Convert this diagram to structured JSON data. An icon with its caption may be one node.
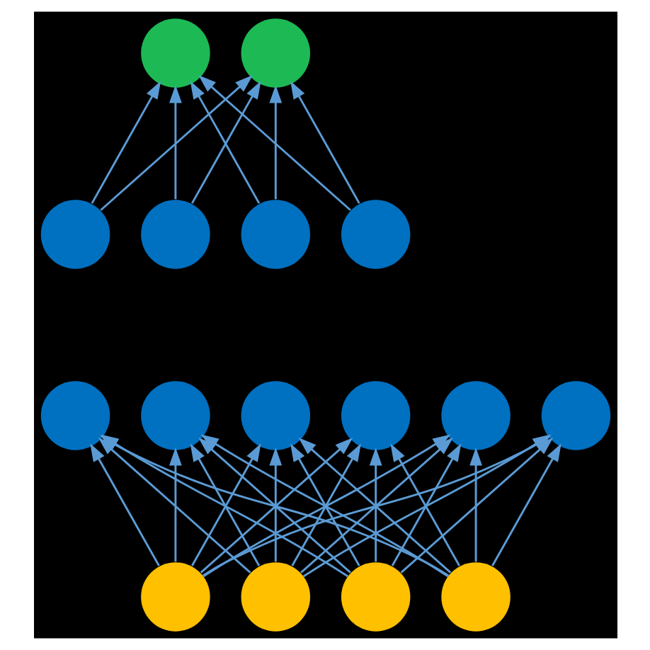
{
  "diagram": {
    "nodes": [
      {
        "text": [],
        "shape": "circle"
      },
      {
        "text": [],
        "shape": "circle"
      },
      {
        "text": [],
        "shape": "circle"
      },
      {
        "text": [],
        "shape": "circle"
      },
      {
        "text": [],
        "shape": "circle"
      },
      {
        "text": [],
        "shape": "circle"
      },
      {
        "text": [],
        "shape": "circle"
      },
      {
        "text": [],
        "shape": "circle"
      },
      {
        "text": [],
        "shape": "circle"
      },
      {
        "text": [],
        "shape": "circle"
      },
      {
        "text": [],
        "shape": "circle"
      },
      {
        "text": [],
        "shape": "circle"
      },
      {
        "text": [],
        "shape": "circle"
      },
      {
        "text": [],
        "shape": "circle"
      },
      {
        "text": [],
        "shape": "circle"
      },
      {
        "text": [],
        "shape": "circle"
      }
    ],
    "edges": [
      {
        "from": 12,
        "to": 6,
        "arrow": "to"
      },
      {
        "from": 12,
        "to": 7,
        "arrow": "to"
      },
      {
        "from": 12,
        "to": 8,
        "arrow": "to"
      },
      {
        "from": 12,
        "to": 9,
        "arrow": "to"
      },
      {
        "from": 12,
        "to": 10,
        "arrow": "to"
      },
      {
        "from": 12,
        "to": 11,
        "arrow": "to"
      },
      {
        "from": 13,
        "to": 6,
        "arrow": "to"
      },
      {
        "from": 13,
        "to": 7,
        "arrow": "to"
      },
      {
        "from": 13,
        "to": 8,
        "arrow": "to"
      },
      {
        "from": 13,
        "to": 9,
        "arrow": "to"
      },
      {
        "from": 13,
        "to": 10,
        "arrow": "to"
      },
      {
        "from": 13,
        "to": 11,
        "arrow": "to"
      },
      {
        "from": 14,
        "to": 6,
        "arrow": "to"
      },
      {
        "from": 14,
        "to": 7,
        "arrow": "to"
      },
      {
        "from": 14,
        "to": 8,
        "arrow": "to"
      },
      {
        "from": 14,
        "to": 9,
        "arrow": "to"
      },
      {
        "from": 14,
        "to": 10,
        "arrow": "to"
      },
      {
        "from": 14,
        "to": 11,
        "arrow": "to"
      },
      {
        "from": 15,
        "to": 6,
        "arrow": "to"
      },
      {
        "from": 15,
        "to": 7,
        "arrow": "to"
      },
      {
        "from": 15,
        "to": 8,
        "arrow": "to"
      },
      {
        "from": 15,
        "to": 9,
        "arrow": "to"
      },
      {
        "from": 15,
        "to": 10,
        "arrow": "to"
      },
      {
        "from": 15,
        "to": 11,
        "arrow": "to"
      },
      {
        "from": 2,
        "to": 0,
        "arrow": "to"
      },
      {
        "from": 2,
        "to": 1,
        "arrow": "to"
      },
      {
        "from": 3,
        "to": 0,
        "arrow": "to"
      },
      {
        "from": 3,
        "to": 1,
        "arrow": "to"
      },
      {
        "from": 4,
        "to": 0,
        "arrow": "to"
      },
      {
        "from": 4,
        "to": 1,
        "arrow": "to"
      },
      {
        "from": 5,
        "to": 0,
        "arrow": "to"
      },
      {
        "from": 5,
        "to": 1,
        "arrow": "to"
      }
    ]
  }
}
